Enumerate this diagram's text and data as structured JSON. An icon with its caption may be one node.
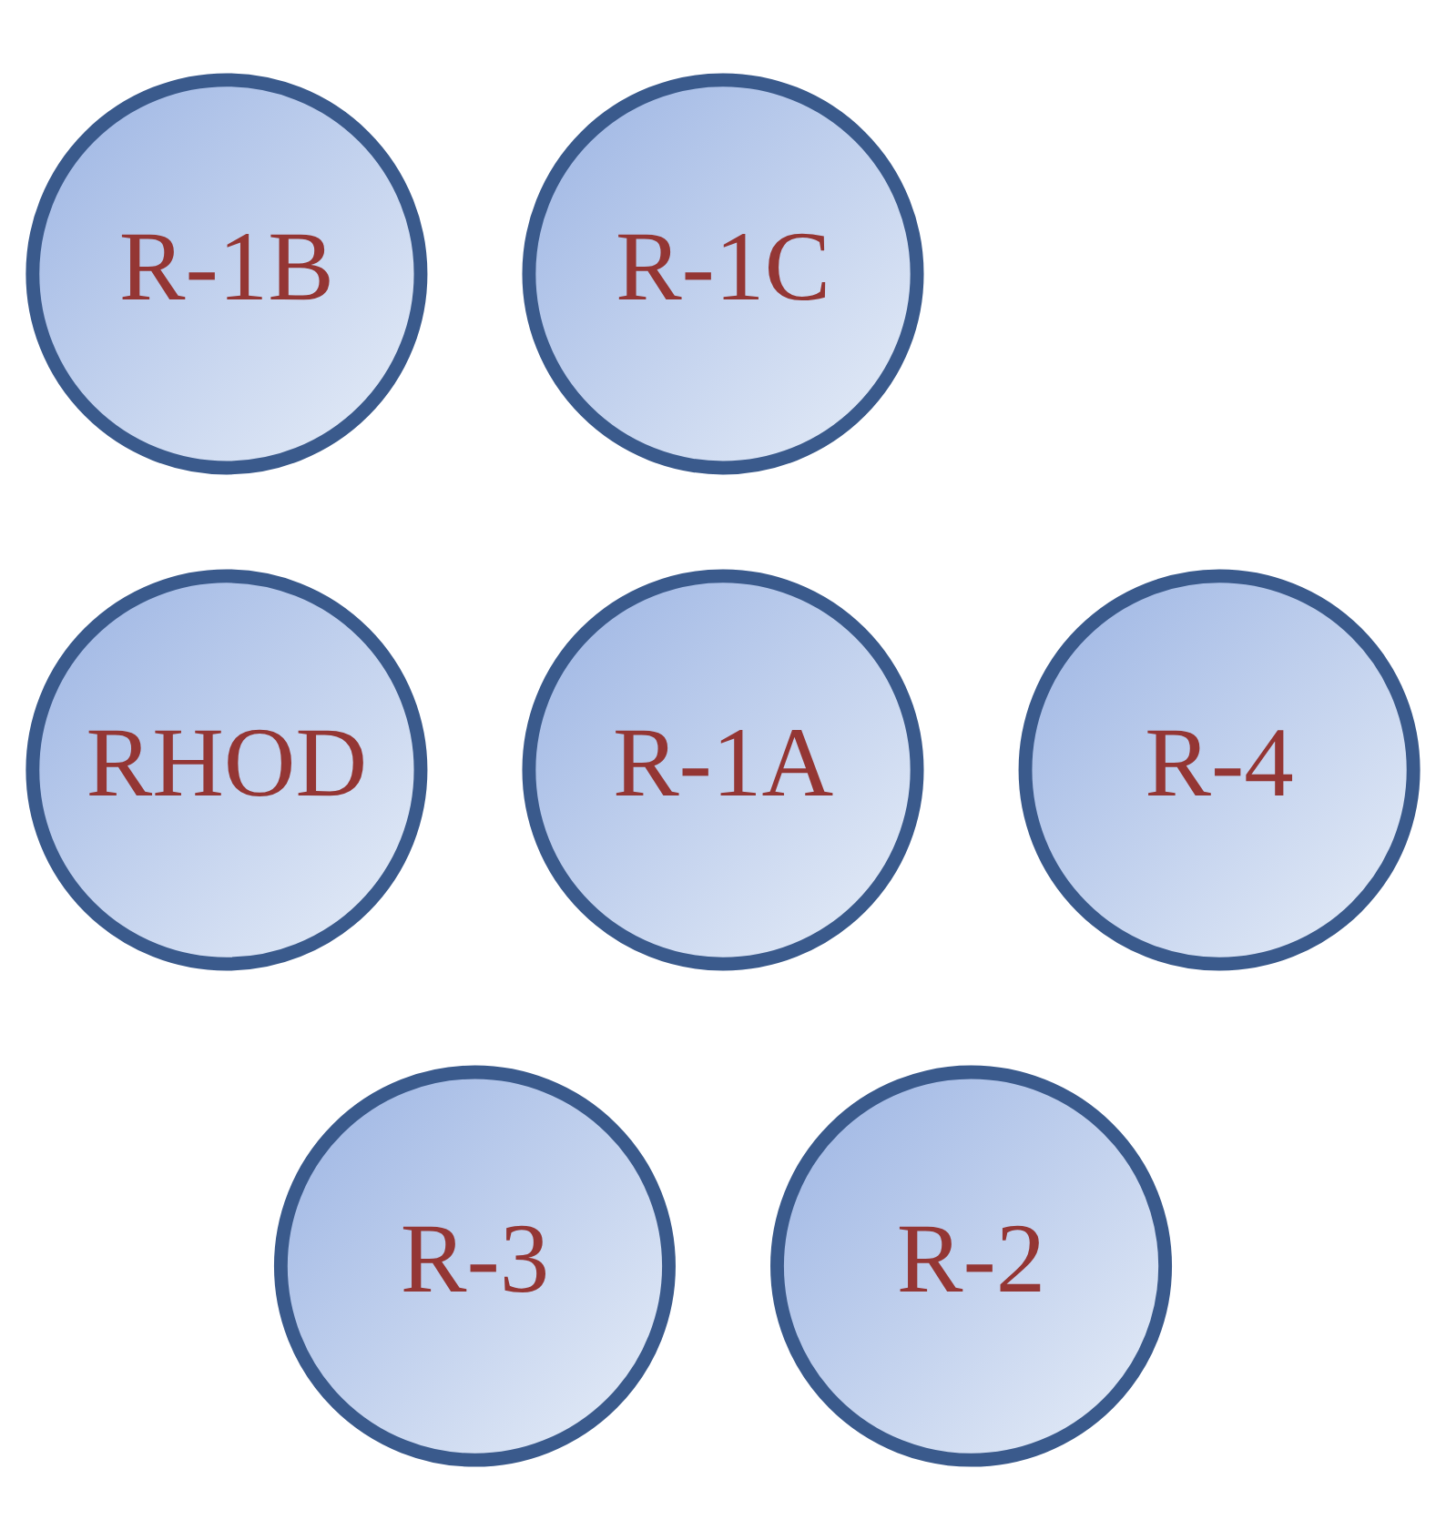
{
  "diagram": {
    "nodes": [
      {
        "text": [
          "RHOD"
        ]
      },
      {
        "text": [
          "R-1A"
        ]
      },
      {
        "text": [
          "R-1C"
        ]
      },
      {
        "text": [
          "R-1B"
        ]
      },
      {
        "text": [
          "R-3"
        ]
      },
      {
        "text": [
          "R-2"
        ]
      },
      {
        "text": [
          "R-4"
        ]
      }
    ]
  }
}
